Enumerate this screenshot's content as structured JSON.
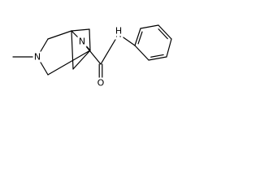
{
  "molecule": {
    "atoms": [
      {
        "id": "a1",
        "label": ""
      },
      {
        "id": "a2",
        "label": "N"
      },
      {
        "id": "a3",
        "label": ""
      },
      {
        "id": "a4",
        "label": ""
      },
      {
        "id": "a5",
        "label": ""
      },
      {
        "id": "a6",
        "label": ""
      },
      {
        "id": "a7",
        "label": ""
      },
      {
        "id": "a8",
        "label": ""
      },
      {
        "id": "a9",
        "label": "N"
      },
      {
        "id": "a10",
        "label": ""
      },
      {
        "id": "a11",
        "label": "O"
      },
      {
        "id": "a12",
        "label": "N"
      },
      {
        "id": "a13",
        "label": "H"
      },
      {
        "id": "a14",
        "label": ""
      },
      {
        "id": "a15",
        "label": ""
      },
      {
        "id": "a16",
        "label": ""
      },
      {
        "id": "a17",
        "label": ""
      },
      {
        "id": "a18",
        "label": ""
      },
      {
        "id": "a19",
        "label": ""
      }
    ],
    "bonds": [
      {
        "from": "a1",
        "to": "a2",
        "order": 1
      },
      {
        "from": "a2",
        "to": "a3",
        "order": 1
      },
      {
        "from": "a3",
        "to": "a4",
        "order": 1
      },
      {
        "from": "a4",
        "to": "a5",
        "order": 1
      },
      {
        "from": "a5",
        "to": "a6",
        "order": 1
      },
      {
        "from": "a6",
        "to": "a7",
        "order": 1
      },
      {
        "from": "a7",
        "to": "a2",
        "order": 1
      },
      {
        "from": "a4",
        "to": "a8",
        "order": 1
      },
      {
        "from": "a8",
        "to": "a6",
        "order": 1
      },
      {
        "from": "a4",
        "to": "a9",
        "order": 1
      },
      {
        "from": "a9",
        "to": "a6",
        "order": 1
      },
      {
        "from": "a9",
        "to": "a10",
        "order": 1
      },
      {
        "from": "a10",
        "to": "a11",
        "order": 2
      },
      {
        "from": "a10",
        "to": "a12",
        "order": 1
      },
      {
        "from": "a12",
        "to": "a14",
        "order": 1
      },
      {
        "from": "a14",
        "to": "a15",
        "order": 2
      },
      {
        "from": "a15",
        "to": "a16",
        "order": 1
      },
      {
        "from": "a16",
        "to": "a17",
        "order": 2
      },
      {
        "from": "a17",
        "to": "a18",
        "order": 1
      },
      {
        "from": "a18",
        "to": "a19",
        "order": 2
      },
      {
        "from": "a19",
        "to": "a14",
        "order": 1
      }
    ]
  }
}
